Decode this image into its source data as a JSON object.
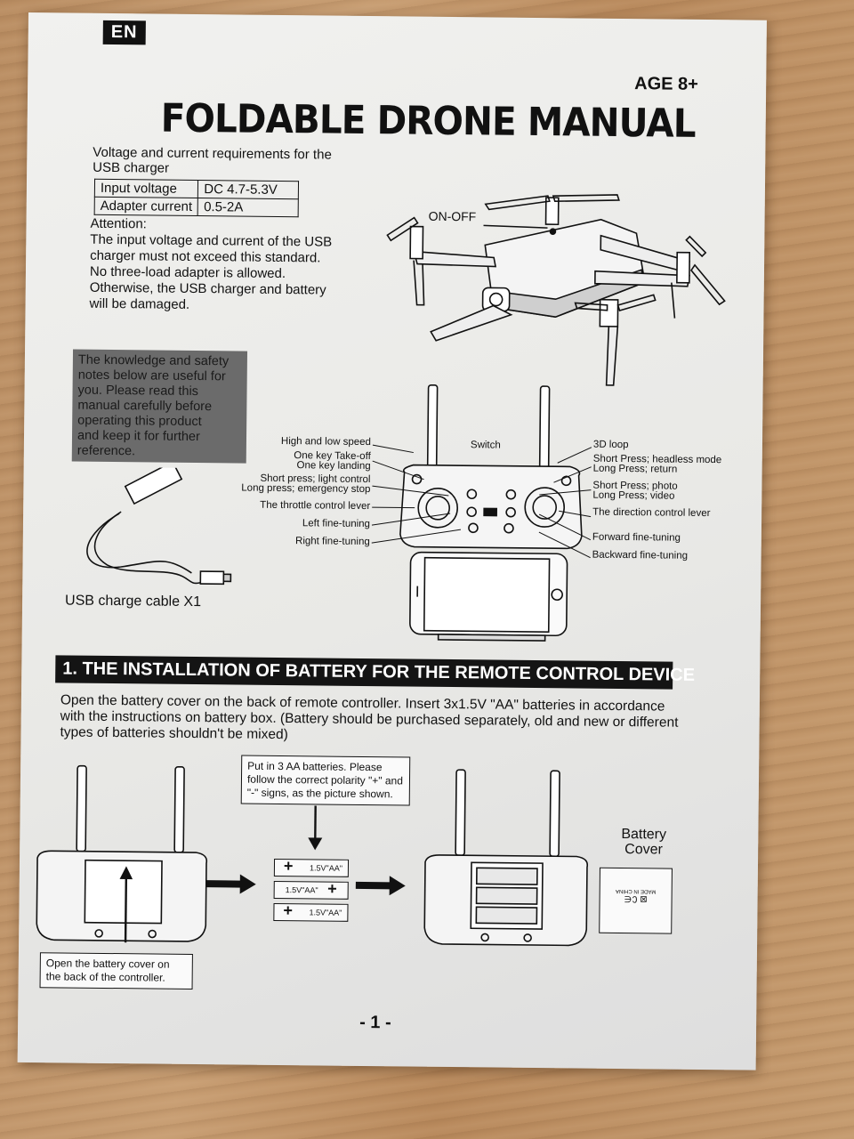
{
  "badge": "EN",
  "age": "AGE 8+",
  "title": "FOLDABLE DRONE MANUAL",
  "requirements": {
    "heading_line1": "Voltage and current requirements for the",
    "heading_line2": "USB charger",
    "rows": [
      {
        "label": "Input voltage",
        "value": "DC 4.7-5.3V"
      },
      {
        "label": "Adapter current",
        "value": "0.5-2A"
      }
    ]
  },
  "attention": {
    "heading": "Attention:",
    "lines": [
      "The input voltage and current of the USB",
      "charger must not exceed this standard.",
      "No three-load adapter is allowed.",
      "Otherwise, the USB charger and battery",
      "will be damaged."
    ]
  },
  "safety_note": {
    "lines": [
      "The knowledge and safety",
      "notes below are useful for",
      "you. Please read this",
      "manual carefully before",
      "operating this product",
      "and keep it for further",
      "reference."
    ]
  },
  "cable_label": "USB charge cable X1",
  "drone_label": "ON-OFF",
  "controller": {
    "switch_label": "Switch",
    "left_callouts": [
      [
        "High and low speed"
      ],
      [
        "One key Take-off",
        "One key landing"
      ],
      [
        "Short press; light control",
        "Long press; emergency stop"
      ],
      [
        "The throttle control lever"
      ],
      [
        "Left fine-tuning"
      ],
      [
        "Right fine-tuning"
      ]
    ],
    "right_callouts": [
      [
        "3D loop"
      ],
      [
        "Short Press; headless mode",
        "Long Press; return"
      ],
      [
        "Short Press; photo",
        "Long Press; video"
      ],
      [
        "The direction control lever"
      ],
      [
        "Forward fine-tuning"
      ],
      [
        "Backward fine-tuning"
      ]
    ]
  },
  "section1": {
    "heading": "1. THE INSTALLATION OF BATTERY FOR THE REMOTE CONTROL DEVICE",
    "lines": [
      "Open the battery cover on the back of remote controller. Insert 3x1.5V \"AA\" batteries in accordance",
      "with the instructions on battery box. (Battery should be purchased separately, old and new or different",
      "types of batteries shouldn't be mixed)"
    ],
    "batteries_note": [
      "Put in 3 AA batteries. Please",
      "follow the correct polarity \"+\" and",
      "\"-\" signs, as the picture shown."
    ],
    "open_cover_note": [
      "Open the battery cover on",
      "the back of the controller."
    ],
    "battery_label": "1.5V\"AA\"",
    "made_in": "MADE IN CHINA",
    "cover_label": [
      "Battery",
      "Cover"
    ]
  },
  "page_number": "- 1 -"
}
